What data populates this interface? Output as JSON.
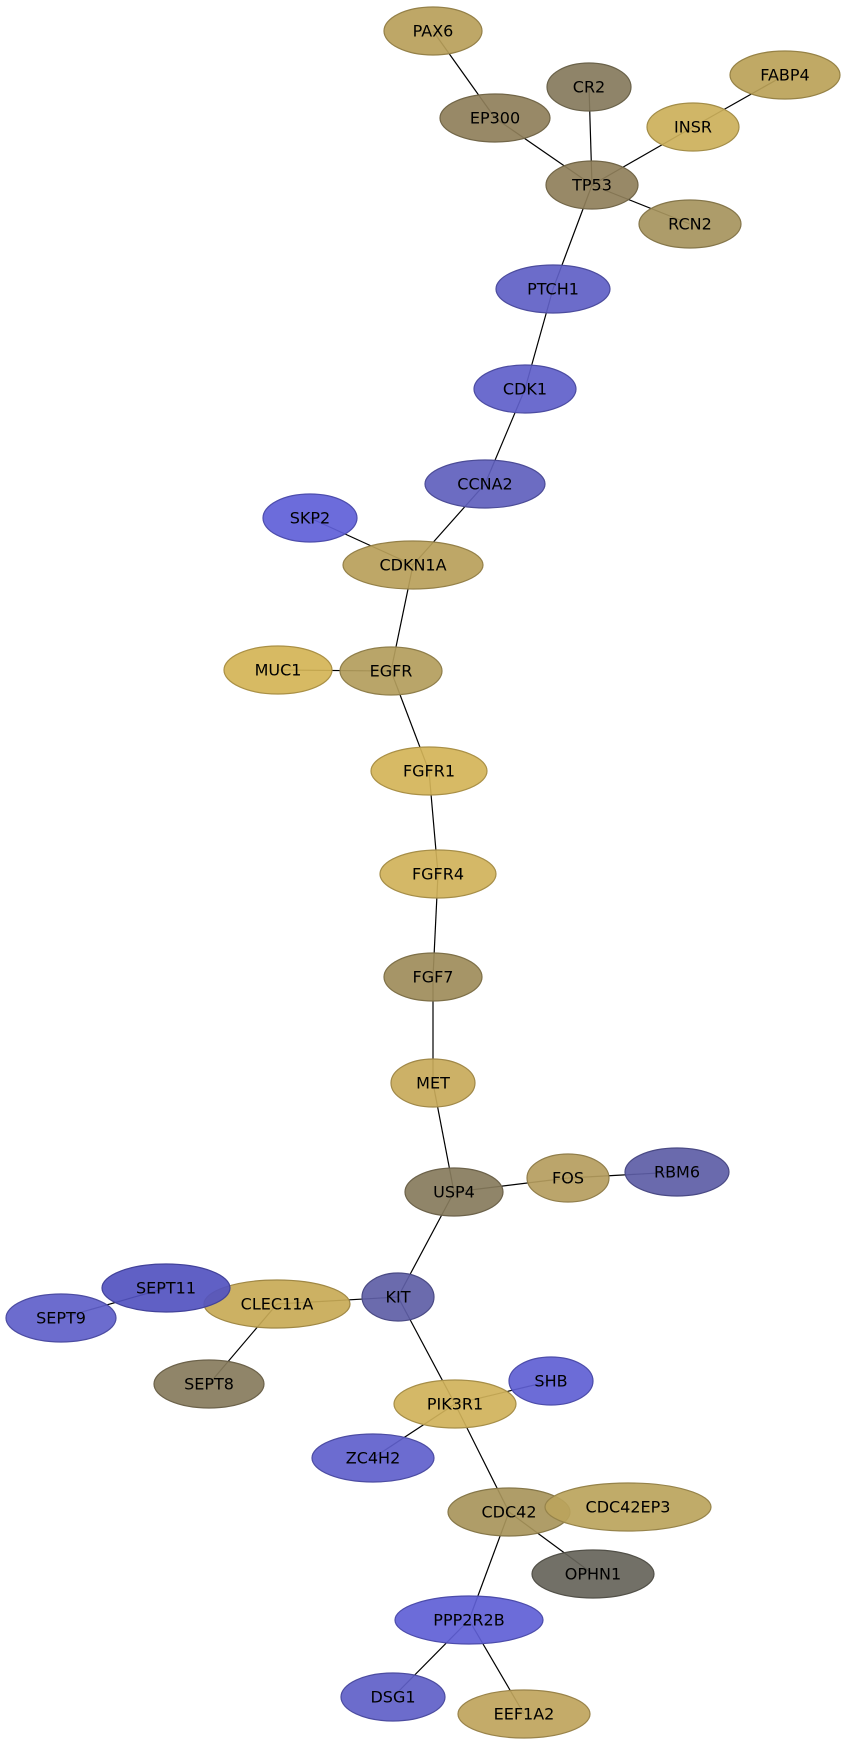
{
  "colors": {
    "blue": "#5555cc",
    "gold": "#c8a84c",
    "tan": "#9e8b55",
    "brown": "#7f7253",
    "gray": "#5a5a4a",
    "edge": "#000000"
  },
  "nodes": [
    {
      "id": "PAX6",
      "label": "PAX6",
      "color": "#b9a05a"
    },
    {
      "id": "EP300",
      "label": "EP300",
      "color": "#8f7f5a"
    },
    {
      "id": "CR2",
      "label": "CR2",
      "color": "#857a5c"
    },
    {
      "id": "FABP4",
      "label": "FABP4",
      "color": "#bba258"
    },
    {
      "id": "INSR",
      "label": "INSR",
      "color": "#ccb05a"
    },
    {
      "id": "TP53",
      "label": "TP53",
      "color": "#8f7f5a"
    },
    {
      "id": "RCN2",
      "label": "RCN2",
      "color": "#a6945d"
    },
    {
      "id": "PTCH1",
      "label": "PTCH1",
      "color": "#5f5fc6"
    },
    {
      "id": "CDK1",
      "label": "CDK1",
      "color": "#5f5fca"
    },
    {
      "id": "CCNA2",
      "label": "CCNA2",
      "color": "#5f5fbd"
    },
    {
      "id": "SKP2",
      "label": "SKP2",
      "color": "#6060d8"
    },
    {
      "id": "CDKN1A",
      "label": "CDKN1A",
      "color": "#b9a05a"
    },
    {
      "id": "MUC1",
      "label": "MUC1",
      "color": "#d4b456"
    },
    {
      "id": "EGFR",
      "label": "EGFR",
      "color": "#b39d5c"
    },
    {
      "id": "FGFR1",
      "label": "FGFR1",
      "color": "#d4b458"
    },
    {
      "id": "FGFR4",
      "label": "FGFR4",
      "color": "#d0b25a"
    },
    {
      "id": "FGF7",
      "label": "FGF7",
      "color": "#9e8c5a"
    },
    {
      "id": "MET",
      "label": "MET",
      "color": "#c8aa5a"
    },
    {
      "id": "USP4",
      "label": "USP4",
      "color": "#877b5c"
    },
    {
      "id": "FOS",
      "label": "FOS",
      "color": "#b59d5e"
    },
    {
      "id": "RBM6",
      "label": "RBM6",
      "color": "#5d5da6"
    },
    {
      "id": "KIT",
      "label": "KIT",
      "color": "#5e5ea6"
    },
    {
      "id": "CLEC11A",
      "label": "CLEC11A",
      "color": "#c8aa56"
    },
    {
      "id": "SEPT11",
      "label": "SEPT11",
      "color": "#5252c0"
    },
    {
      "id": "SEPT9",
      "label": "SEPT9",
      "color": "#5f5fca"
    },
    {
      "id": "SEPT8",
      "label": "SEPT8",
      "color": "#877b5c"
    },
    {
      "id": "PIK3R1",
      "label": "PIK3R1",
      "color": "#d0b25a"
    },
    {
      "id": "SHB",
      "label": "SHB",
      "color": "#5f5fd4"
    },
    {
      "id": "ZC4H2",
      "label": "ZC4H2",
      "color": "#5f5fcc"
    },
    {
      "id": "CDC42",
      "label": "CDC42",
      "color": "#a8955b"
    },
    {
      "id": "CDC42EP3",
      "label": "CDC42EP3",
      "color": "#bba45c"
    },
    {
      "id": "OPHN1",
      "label": "OPHN1",
      "color": "#66645a"
    },
    {
      "id": "PPP2R2B",
      "label": "PPP2R2B",
      "color": "#5f5fd6"
    },
    {
      "id": "DSG1",
      "label": "DSG1",
      "color": "#5f5fc8"
    },
    {
      "id": "EEF1A2",
      "label": "EEF1A2",
      "color": "#bfa45c"
    }
  ],
  "edges": [
    [
      "PAX6",
      "EP300"
    ],
    [
      "EP300",
      "TP53"
    ],
    [
      "CR2",
      "TP53"
    ],
    [
      "FABP4",
      "INSR"
    ],
    [
      "INSR",
      "TP53"
    ],
    [
      "TP53",
      "RCN2"
    ],
    [
      "TP53",
      "PTCH1"
    ],
    [
      "PTCH1",
      "CDK1"
    ],
    [
      "CDK1",
      "CCNA2"
    ],
    [
      "CCNA2",
      "CDKN1A"
    ],
    [
      "SKP2",
      "CDKN1A"
    ],
    [
      "CDKN1A",
      "EGFR"
    ],
    [
      "MUC1",
      "EGFR"
    ],
    [
      "EGFR",
      "FGFR1"
    ],
    [
      "FGFR1",
      "FGFR4"
    ],
    [
      "FGFR4",
      "FGF7"
    ],
    [
      "FGF7",
      "MET"
    ],
    [
      "MET",
      "USP4"
    ],
    [
      "USP4",
      "FOS"
    ],
    [
      "FOS",
      "RBM6"
    ],
    [
      "USP4",
      "KIT"
    ],
    [
      "KIT",
      "CLEC11A"
    ],
    [
      "SEPT11",
      "SEPT9"
    ],
    [
      "CLEC11A",
      "SEPT8"
    ],
    [
      "KIT",
      "PIK3R1"
    ],
    [
      "PIK3R1",
      "SHB"
    ],
    [
      "PIK3R1",
      "ZC4H2"
    ],
    [
      "PIK3R1",
      "CDC42"
    ],
    [
      "CDC42",
      "OPHN1"
    ],
    [
      "CDC42",
      "PPP2R2B"
    ],
    [
      "PPP2R2B",
      "DSG1"
    ],
    [
      "PPP2R2B",
      "EEF1A2"
    ]
  ]
}
